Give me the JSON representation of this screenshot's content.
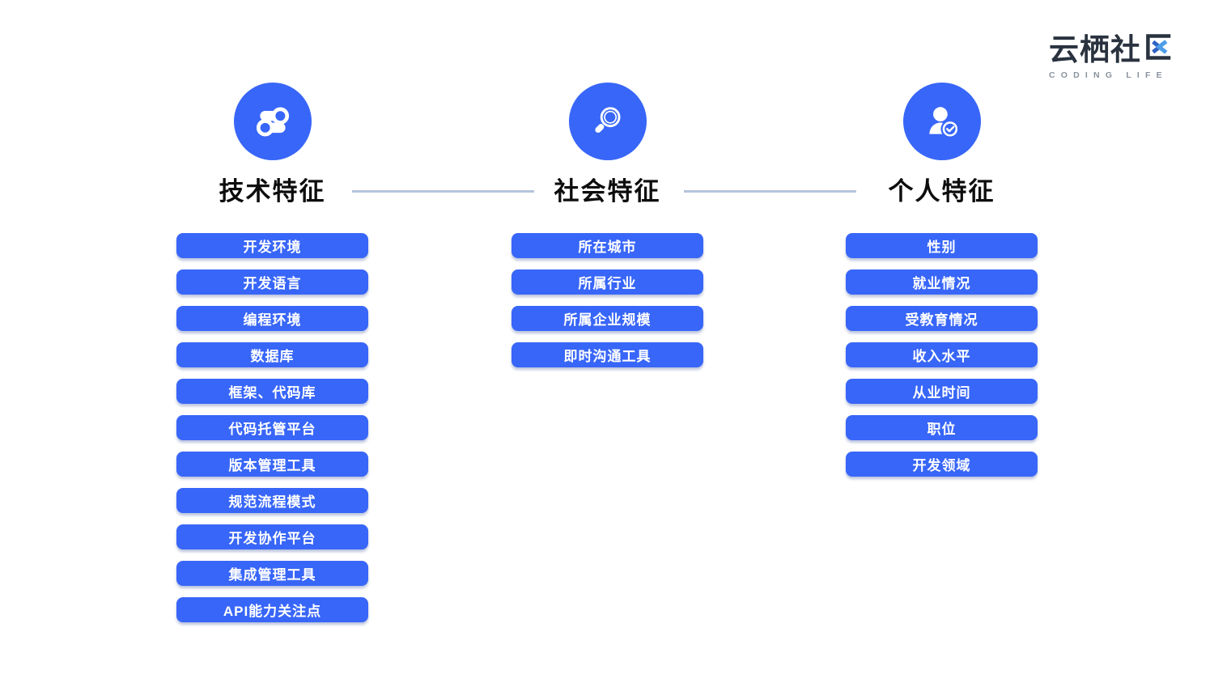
{
  "logo": {
    "title": "云栖社区",
    "title_main": "云栖社",
    "title_stylized_char": "区",
    "subtitle": "CODING LIFE"
  },
  "colors": {
    "accent": "#3866f8",
    "line": "#b5c4dc",
    "logo-dark": "#29323e",
    "subtitle-gray": "#8a939e",
    "title-black": "#0d0d0d",
    "x-dark": "#2f62c4",
    "x-light": "#4e9de8"
  },
  "columns": [
    {
      "id": "tech",
      "icon": "toggles-icon",
      "title": "技术特征",
      "items": [
        "开发环境",
        "开发语言",
        "编程环境",
        "数据库",
        "框架、代码库",
        "代码托管平台",
        "版本管理工具",
        "规范流程模式",
        "开发协作平台",
        "集成管理工具",
        "API能力关注点"
      ]
    },
    {
      "id": "social",
      "icon": "magnifier-icon",
      "title": "社会特征",
      "items": [
        "所在城市",
        "所属行业",
        "所属企业规模",
        "即时沟通工具"
      ]
    },
    {
      "id": "personal",
      "icon": "person-check-icon",
      "title": "个人特征",
      "items": [
        "性别",
        "就业情况",
        "受教育情况",
        "收入水平",
        "从业时间",
        "职位",
        "开发领域"
      ]
    }
  ]
}
